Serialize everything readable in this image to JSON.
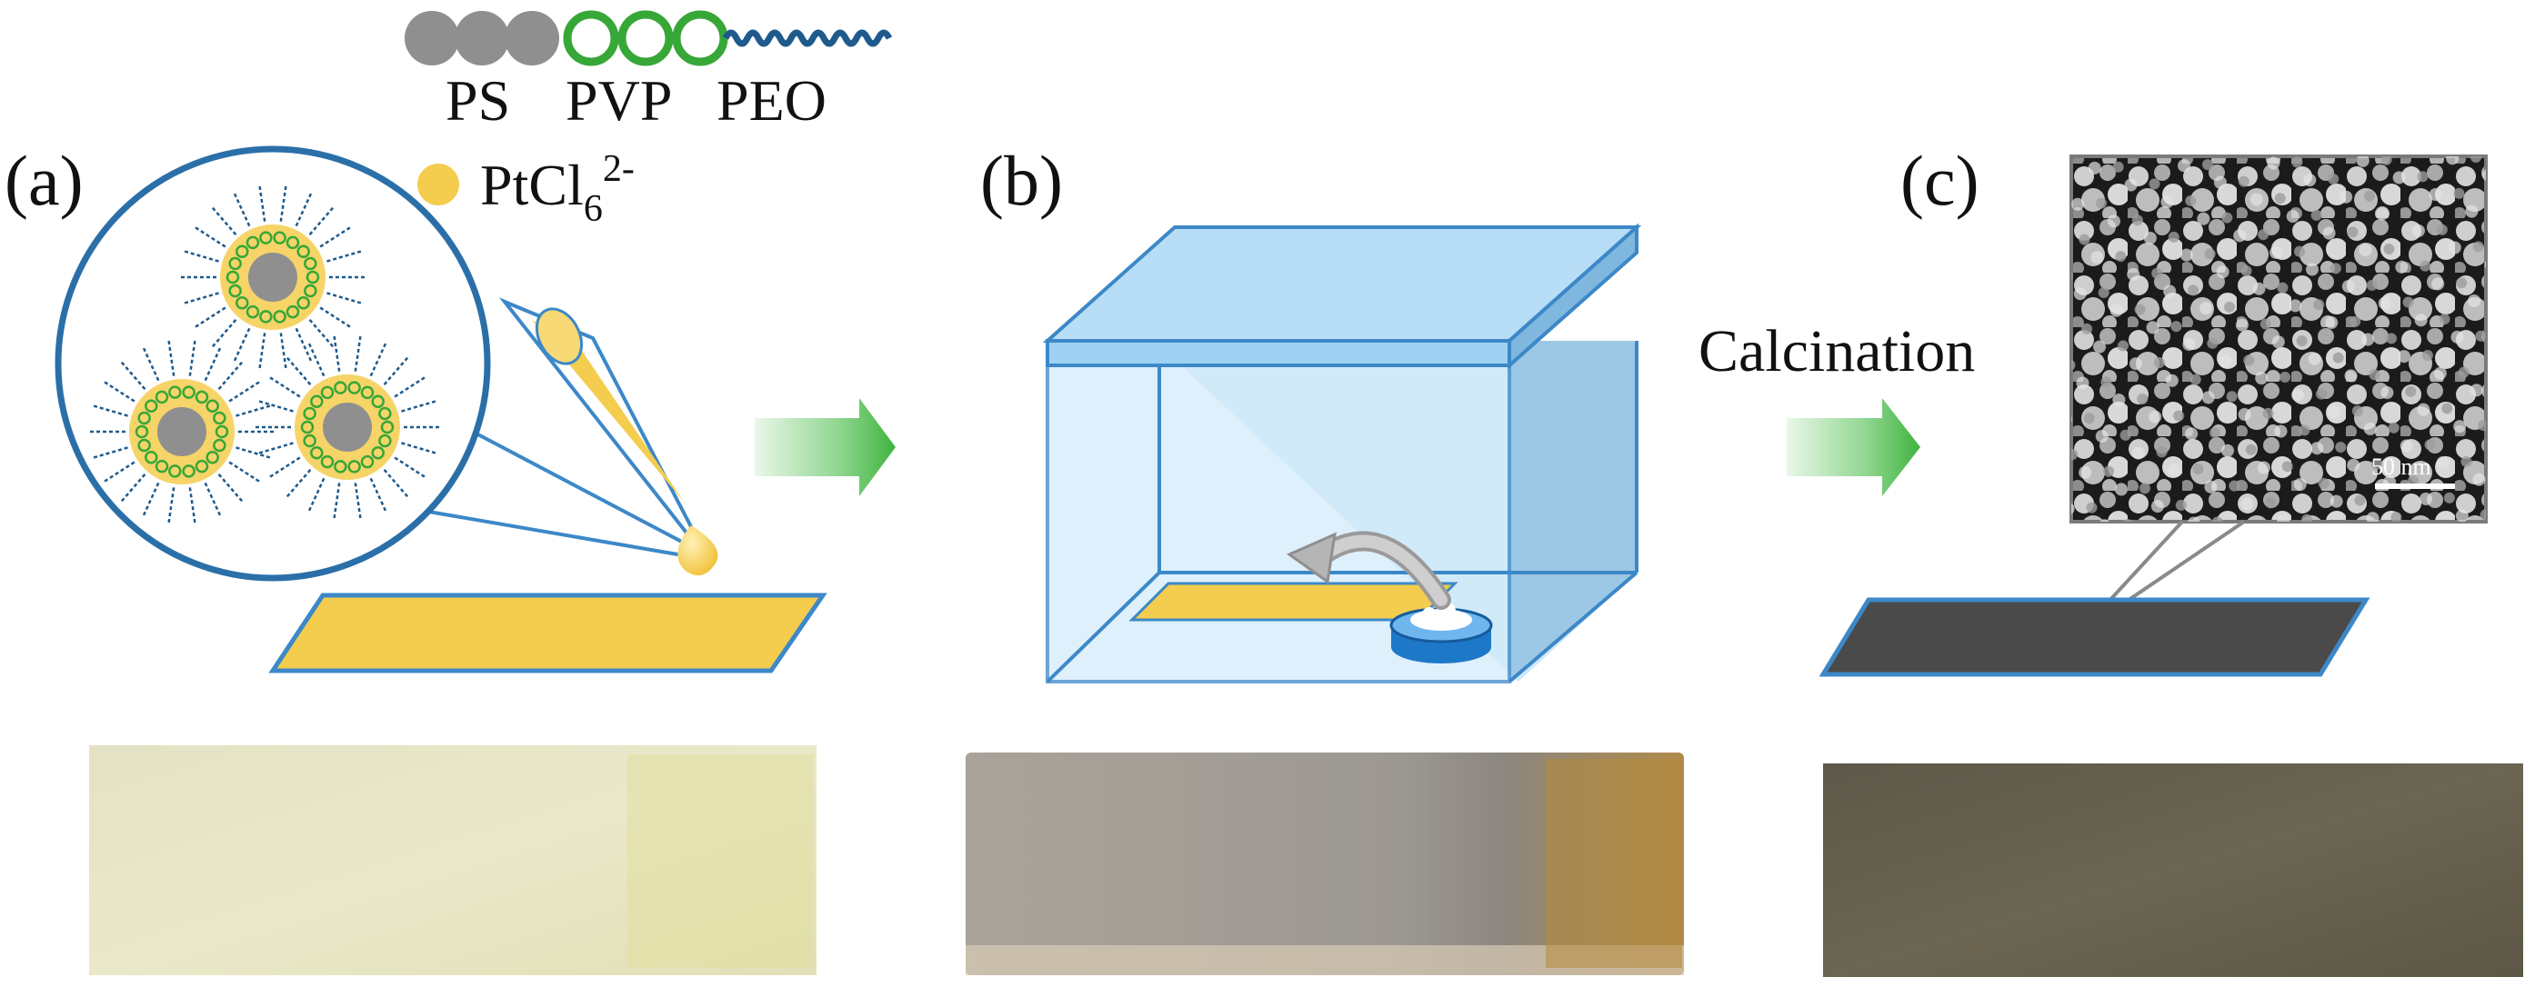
{
  "legend": {
    "block_labels": [
      "PS",
      "PVP",
      "PEO"
    ],
    "precursor_label": "PtCl",
    "precursor_subscript": "6",
    "precursor_superscript": "2-"
  },
  "panels": [
    {
      "label": "(a)"
    },
    {
      "label": "(b)"
    },
    {
      "label": "(c)"
    }
  ],
  "step_label": "Calcination",
  "sem": {
    "scale_bar": "50 nm"
  },
  "colors": {
    "ps_core": "#8f8f8f",
    "pvp_ring": "#37a737",
    "peo_chain": "#1f5a8c",
    "precursor": "#f4cc4e",
    "arrow": "#3fb33f",
    "chamber_fill": "#bfe2f8",
    "chamber_edge": "#3c88c8",
    "substrate_dark": "#4a4a4a"
  }
}
